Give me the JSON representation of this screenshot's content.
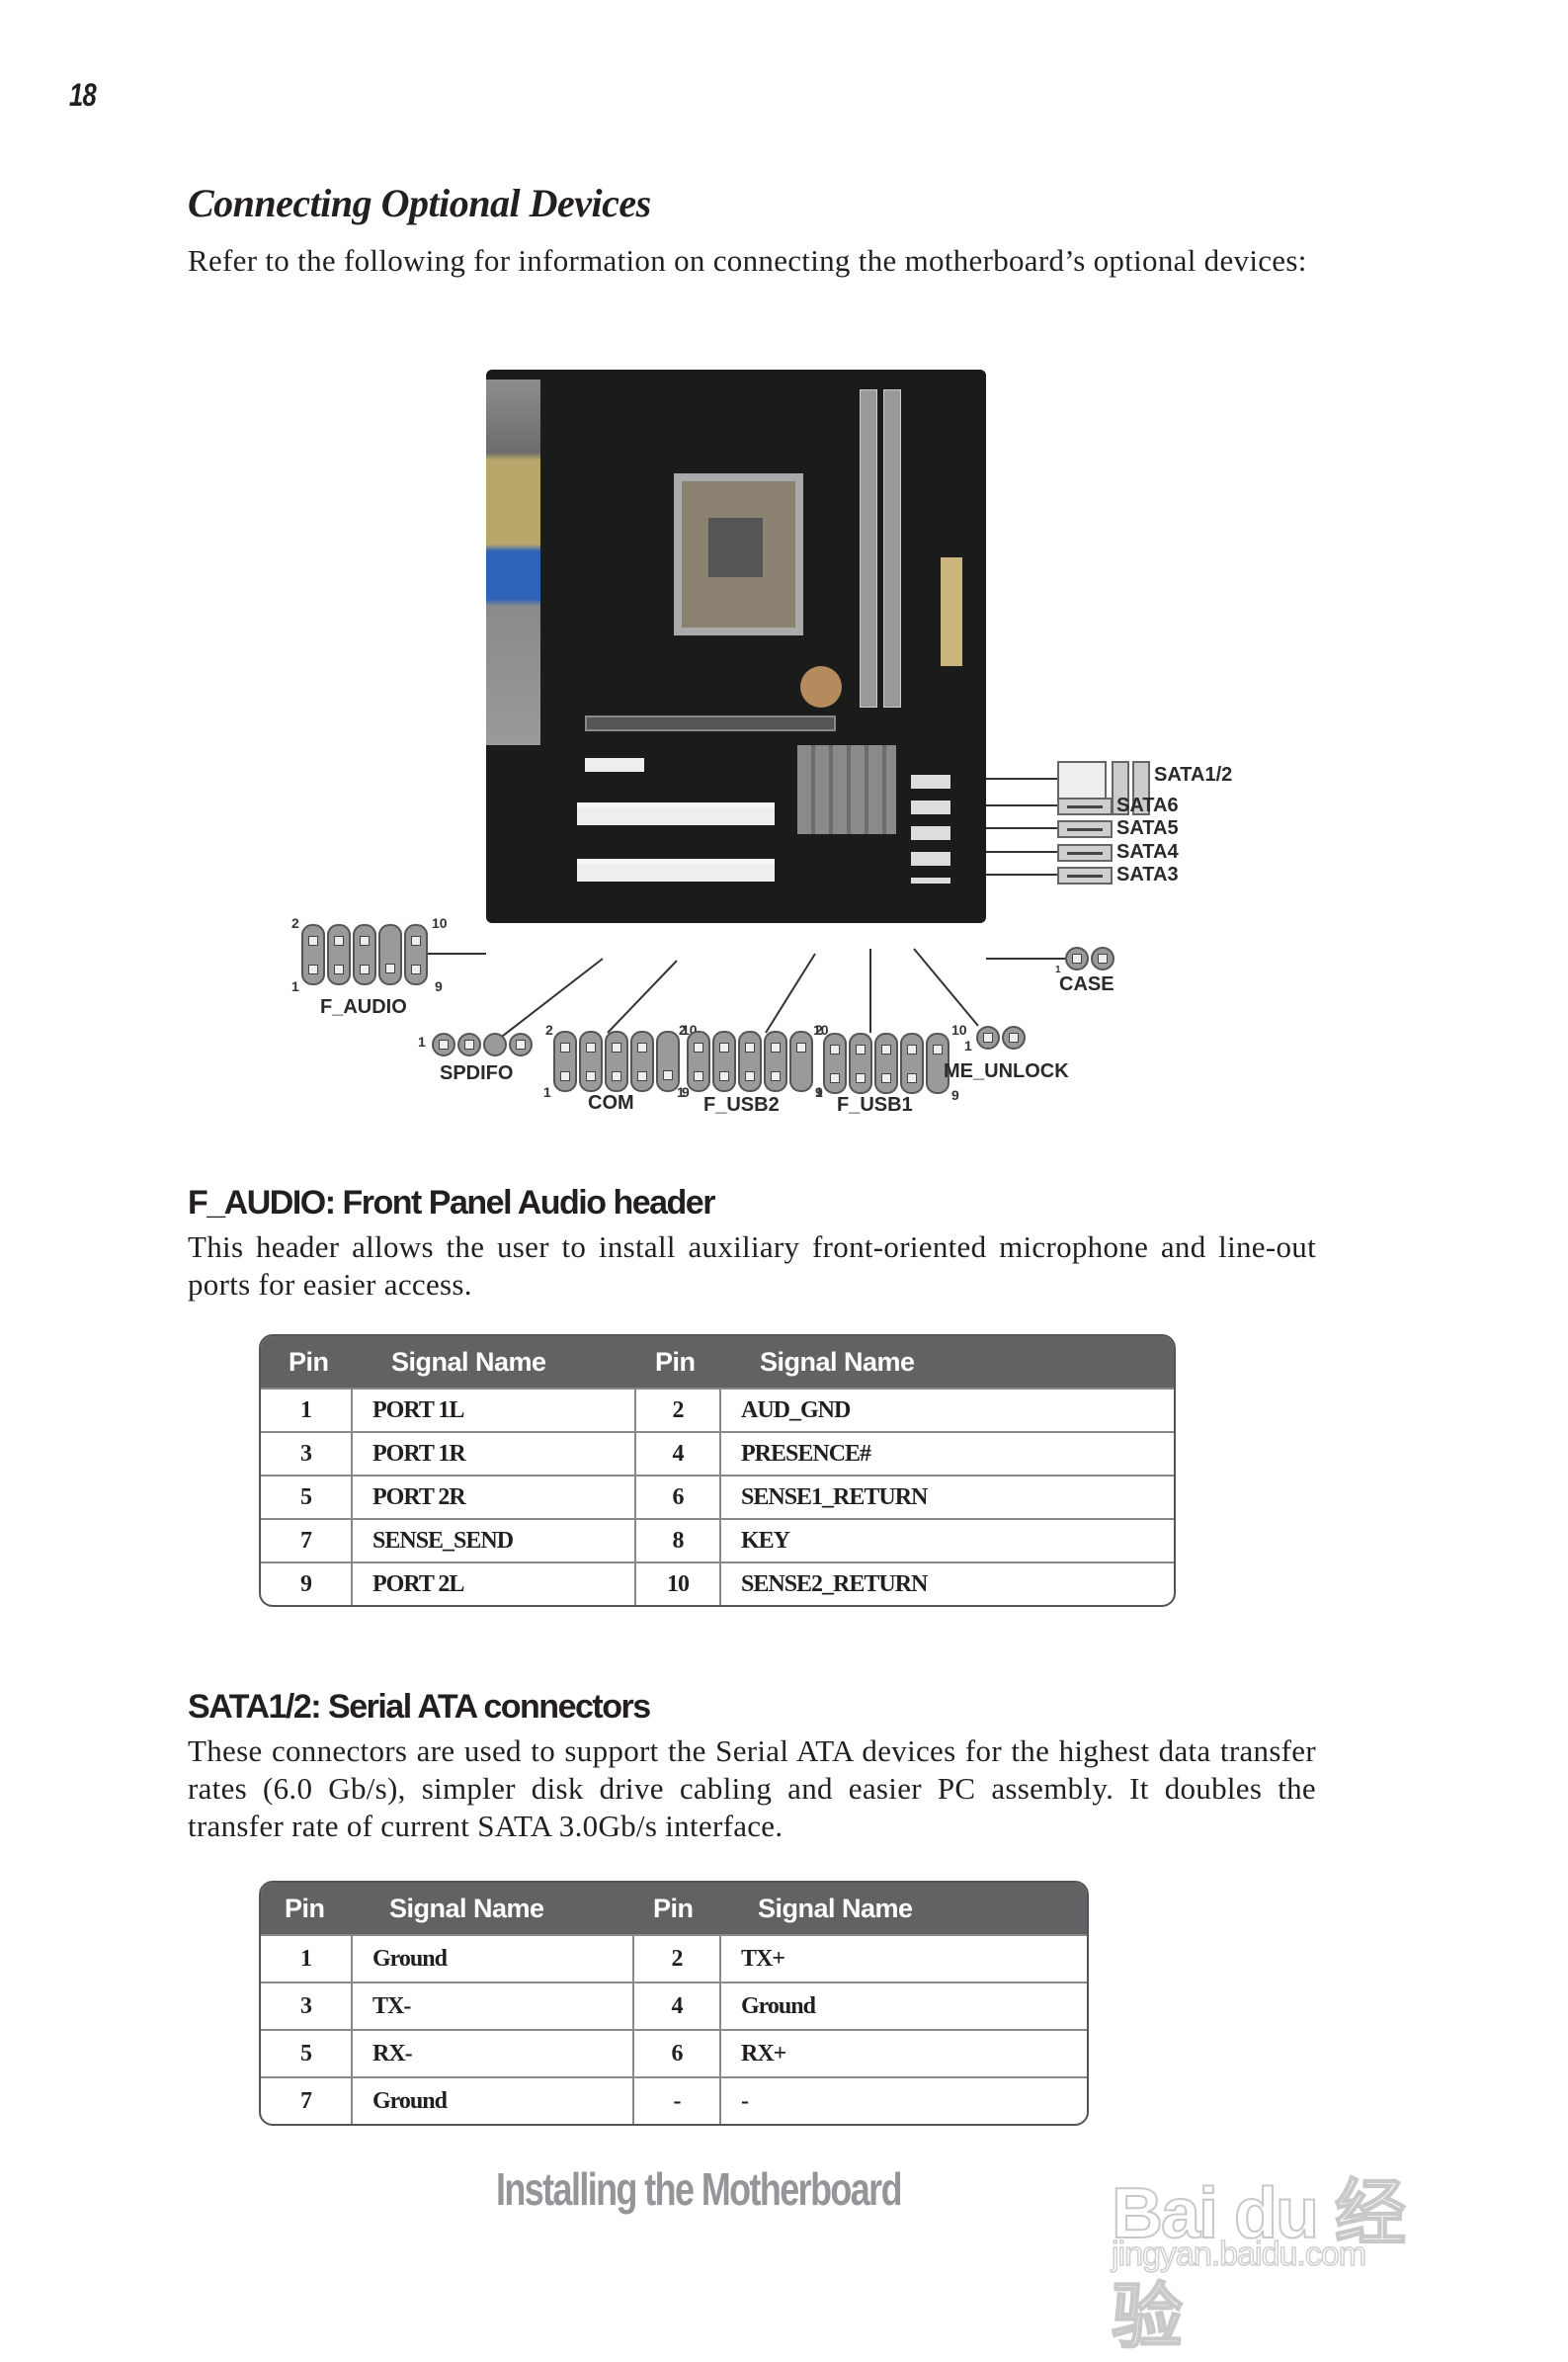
{
  "page": {
    "number": "18",
    "heading": "Connecting Optional Devices",
    "intro": "Refer to the following for information on connecting the motherboard’s optional devices:"
  },
  "diagram": {
    "connectors": {
      "f_audio": {
        "label": "F_AUDIO",
        "pin_top_left": "2",
        "pin_top_right": "10",
        "pin_bottom_left": "1",
        "pin_bottom_right": "9"
      },
      "spdifo": {
        "label": "SPDIFO",
        "pin_first": "1"
      },
      "com": {
        "label": "COM",
        "pin_top_left": "2",
        "pin_top_right": "10",
        "pin_bottom_left": "1",
        "pin_bottom_right": "9"
      },
      "f_usb2": {
        "label": "F_USB2",
        "pin_top_left": "2",
        "pin_top_right": "10",
        "pin_bottom_left": "1",
        "pin_bottom_right": "9"
      },
      "f_usb1": {
        "label": "F_USB1",
        "pin_top_left": "2",
        "pin_top_right": "10",
        "pin_bottom_left": "1",
        "pin_bottom_right": "9"
      },
      "me_unlock": {
        "label": "ME_UNLOCK",
        "pin_first": "1"
      },
      "case": {
        "label": "CASE",
        "pin_first": "1"
      },
      "sata12": {
        "label": "SATA1/2"
      },
      "sata6": {
        "label": "SATA6"
      },
      "sata5": {
        "label": "SATA5"
      },
      "sata4": {
        "label": "SATA4"
      },
      "sata3": {
        "label": "SATA3"
      }
    }
  },
  "f_audio_section": {
    "heading": "F_AUDIO: Front Panel Audio header",
    "description": "This header allows the user to install auxiliary front-oriented microphone and line-out ports for easier access.",
    "table": {
      "headers": [
        "Pin",
        "Signal Name",
        "Pin",
        "Signal Name"
      ],
      "rows": [
        [
          "1",
          "PORT 1L",
          "2",
          "AUD_GND"
        ],
        [
          "3",
          "PORT 1R",
          "4",
          "PRESENCE#"
        ],
        [
          "5",
          "PORT 2R",
          "6",
          "SENSE1_RETURN"
        ],
        [
          "7",
          "SENSE_SEND",
          "8",
          "KEY"
        ],
        [
          "9",
          "PORT 2L",
          "10",
          "SENSE2_RETURN"
        ]
      ]
    }
  },
  "sata_section": {
    "heading": "SATA1/2: Serial ATA connectors",
    "description": "These connectors are used to support the Serial ATA devices for the highest data transfer rates (6.0 Gb/s), simpler disk drive cabling and easier PC assembly. It doubles the transfer rate of current SATA 3.0Gb/s interface.",
    "table": {
      "headers": [
        "Pin",
        "Signal Name",
        "Pin",
        "Signal Name"
      ],
      "rows": [
        [
          "1",
          "Ground",
          "2",
          "TX+"
        ],
        [
          "3",
          "TX-",
          "4",
          "Ground"
        ],
        [
          "5",
          "RX-",
          "6",
          "RX+"
        ],
        [
          "7",
          "Ground",
          "-",
          "-"
        ]
      ]
    }
  },
  "footer": {
    "title": "Installing the Motherboard",
    "watermark_logo": "Bai du 经验",
    "watermark_url": "jingyan.baidu.com"
  },
  "colors": {
    "table_header": "#626264",
    "footer_text": "#939598",
    "board": "#1b1b1b"
  }
}
